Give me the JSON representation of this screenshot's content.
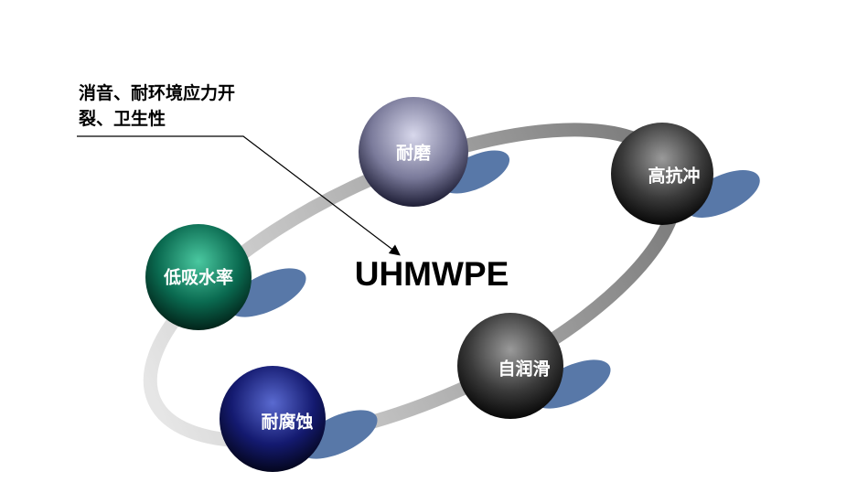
{
  "center_label": "UHMWPE",
  "annotation": {
    "line1": "消音、耐环境应力开",
    "line2": "裂、卫生性"
  },
  "properties": [
    {
      "label": "耐磨",
      "color": "#7a7a9a"
    },
    {
      "label": "高抗冲",
      "color": "#3a3a3a"
    },
    {
      "label": "低吸水率",
      "color": "#0a6a50"
    },
    {
      "label": "自润滑",
      "color": "#3a3a3a"
    },
    {
      "label": "耐腐蚀",
      "color": "#141a70"
    }
  ],
  "shadow_color": "#5878a8"
}
